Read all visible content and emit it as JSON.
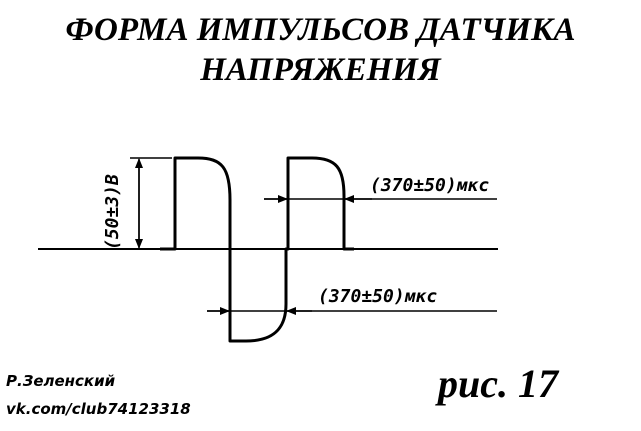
{
  "title": {
    "line1": "ФОРМА ИМПУЛЬСОВ ДАТЧИКА",
    "line2": "НАПРЯЖЕНИЯ"
  },
  "diagram": {
    "amplitude_label": "(50±3)В",
    "duration_label_top": "(370±50)мкс",
    "duration_label_bottom": "(370±50)мкс"
  },
  "author": {
    "name": "Р.Зеленский",
    "link": "vk.com/club74123318"
  },
  "figure_label": "рис. 17"
}
